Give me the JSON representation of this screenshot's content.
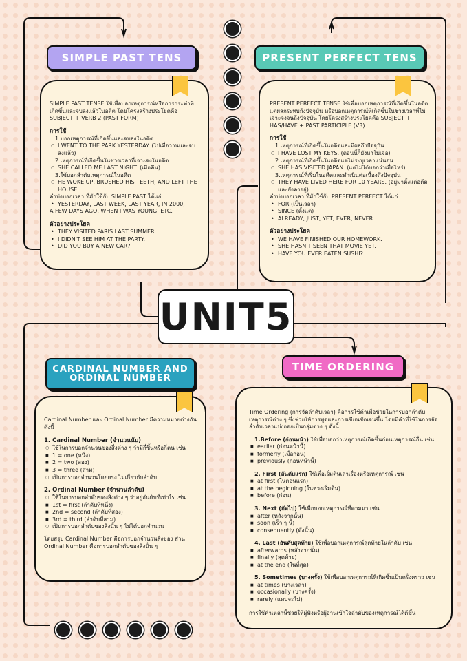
{
  "unit_title": "UNIT5",
  "colors": {
    "background": "#fbe8dc",
    "card": "#fdf3dd",
    "tag": "#fbc53f",
    "purple": "#b3a4f1",
    "teal": "#59c9b6",
    "blue": "#2aa2bf",
    "pink": "#f06ac5"
  },
  "simple_past": {
    "banner": "SIMPLE PAST TENS",
    "intro": "SIMPLE PAST TENSE ใช้เพื่อบอกเหตุการณ์หรือการกระทำที่เกิดขึ้นและจบลงแล้วในอดีต โดยโครงสร้างประโยคคือ SUBJECT + VERB 2 (PAST FORM)",
    "usage_heading": "การใช้",
    "u1": "1.บอกเหตุการณ์ที่เกิดขึ้นและจบลงในอดีต",
    "u1_ex": "I WENT TO THE PARK YESTERDAY. (ไปเมื่อวานและจบลงแล้ว)",
    "u2": "2.เหตุการณ์ที่เกิดขึ้นในช่วงเวลาที่เจาะจงในอดีต",
    "u2_ex": "SHE CALLED ME LAST NIGHT. (เมื่อคืน)",
    "u3": "3.ใช้บอกลำดับเหตุการณ์ในอดีต",
    "u3_ex": "HE WOKE UP, BRUSHED HIS TEETH, AND LEFT THE HOUSE.",
    "time_words": "คำบ่งบอกเวลา ที่มักใช้กับ SIMPLE PAST ได้แก่",
    "time_list": "YESTERDAY, LAST WEEK, LAST YEAR, IN 2000,",
    "time_list2": "A FEW DAYS AGO, WHEN I WAS YOUNG, ETC.",
    "examples_heading": "ตัวอย่างประโยค",
    "examples": [
      "THEY VISITED PARIS LAST SUMMER.",
      "I DIDN'T SEE HIM AT THE PARTY.",
      "DID YOU BUY A NEW CAR?"
    ]
  },
  "present_perfect": {
    "banner": "PRESENT PERFECT TENS",
    "intro": "PRESENT PERFECT TENSE ใช้เพื่อบอกเหตุการณ์ที่เกิดขึ้นในอดีตแต่ผลกระทบถึงปัจจุบัน หรือบอกเหตุการณ์ที่เกิดขึ้นในช่วงเวลาที่ไม่เจาะจงจนถึงปัจจุบัน โดยโครงสร้างประโยคคือ SUBJECT + HAS/HAVE + PAST PARTICIPLE (V3)",
    "usage_heading": "การใช้",
    "u1": "1.เหตุการณ์ที่เกิดขึ้นในอดีตและมีผลถึงปัจจุบัน",
    "u1_ex": "I HAVE LOST MY KEYS. (ตอนนี้ก็ยังหาไม่เจอ)",
    "u2": "2.เหตุการณ์ที่เกิดขึ้นในอดีตแต่ไม่ระบุเวลาแน่นอน",
    "u2_ex": "SHE HAS VISITED JAPAN. (แต่ไม่ได้บอกว่าเมื่อไหร่)",
    "u3": "3.เหตุการณ์ที่เริ่มในอดีตและดำเนินต่อเนื่องถึงปัจจุบัน",
    "u3_ex": "THEY HAVE LIVED HERE FOR 10 YEARS. (อยู่มาตั้งแต่อดีตและยังคงอยู่)",
    "time_words": "คำบ่งบอกเวลา ที่มักใช้กับ PRESENT PERFECT ได้แก่:",
    "time_list": [
      "FOR (เป็นเวลา)",
      "SINCE (ตั้งแต่)",
      "ALREADY, JUST, YET, EVER, NEVER"
    ],
    "examples_heading": "ตัวอย่างประโยค",
    "examples": [
      "WE HAVE FINISHED OUR HOMEWORK.",
      "SHE HASN'T SEEN THAT MOVIE YET.",
      "HAVE YOU EVER EATEN SUSHI?"
    ]
  },
  "cardinal": {
    "banner_line1": "CARDINAL NUMBER AND",
    "banner_line2": "ORDINAL NUMBER",
    "intro": "Cardinal Number และ Ordinal Number มีความหมายต่างกันดังนี้",
    "c_heading": "1. Cardinal Number (จำนวนนับ)",
    "c_desc": "ใช้ในการบอกจำนวนของสิ่งต่าง ๆ ว่ามีกี่ชิ้นหรือกี่คน เช่น",
    "c_list": [
      "1 = one (หนึ่ง)",
      "2 = two (สอง)",
      "3 = three (สาม)"
    ],
    "c_note": "เป็นการบอกจำนวนโดยตรง ไม่เกี่ยวกับลำดับ",
    "o_heading": "2. Ordinal Number (จำนวนลำดับ)",
    "o_desc": "ใช้ในการบอกลำดับของสิ่งต่าง ๆ ว่าอยู่อันดับที่เท่าไร เช่น",
    "o_list": [
      "1st = first (ลำดับที่หนึ่ง)",
      "2nd = second (ลำดับที่สอง)",
      "3rd = third (ลำดับที่สาม)"
    ],
    "o_note": "เป็นการบอกลำดับของสิ่งนั้น ๆ ไม่ได้บอกจำนวน",
    "summary": "โดยสรุป Cardinal Number คือการบอกจำนวนสิ่งของ ส่วน Ordinal Number คือการบอกลำดับของสิ่งนั้น ๆ"
  },
  "time_ordering": {
    "banner": "TIME ORDERING",
    "intro": "Time Ordering (การจัดลำดับเวลา) คือการใช้คำเพื่อช่วยในการบอกลำดับเหตุการณ์ต่าง ๆ ซึ่งช่วยให้การพูดและการเขียนชัดเจนขึ้น โดยมีคำที่ใช้ในการจัดลำดับเวลาแบ่งออกเป็นกลุ่มต่าง ๆ ดังนี้",
    "groups": [
      {
        "heading": "1.Before (ก่อนหน้า)",
        "desc": " ใช้เพื่อบอกว่าเหตุการณ์เกิดขึ้นก่อนเหตุการณ์อื่น เช่น",
        "items": [
          "earlier (ก่อนหน้านี้)",
          "formerly (เมื่อก่อน)",
          "previously (ก่อนหน้านี้)"
        ]
      },
      {
        "heading": "2. First (อันดับแรก)",
        "desc": " ใช้เพื่อเริ่มต้นเล่าเรื่องหรือเหตุการณ์ เช่น",
        "items": [
          "at first (ในตอนแรก)",
          "at the beginning (ในช่วงเริ่มต้น)",
          "before (ก่อน)"
        ]
      },
      {
        "heading": "3. Next (ถัดไป)",
        "desc": " ใช้เพื่อบอกเหตุการณ์ที่ตามมา เช่น",
        "items": [
          "after (หลังจากนั้น)",
          "soon (เร็ว ๆ นี้)",
          "consequently (ดังนั้น)"
        ]
      },
      {
        "heading": "4. Last (อันดับสุดท้าย)",
        "desc": " ใช้เพื่อบอกเหตุการณ์สุดท้ายในลำดับ เช่น",
        "items": [
          "afterwards (หลังจากนั้น)",
          "finally (สุดท้าย)",
          "at the end (ในที่สุด)"
        ]
      },
      {
        "heading": "5. Sometimes (บางครั้ง)",
        "desc": " ใช้เพื่อบอกเหตุการณ์ที่เกิดขึ้นเป็นครั้งคราว เช่น",
        "items": [
          "at times (บางเวลา)",
          "occasionally (บางครั้ง)",
          "rarely (แทบจะไม่)"
        ]
      }
    ],
    "summary": "การใช้คำเหล่านี้ช่วยให้ผู้ฟังหรือผู้อ่านเข้าใจลำดับของเหตุการณ์ได้ดีขึ้น"
  }
}
